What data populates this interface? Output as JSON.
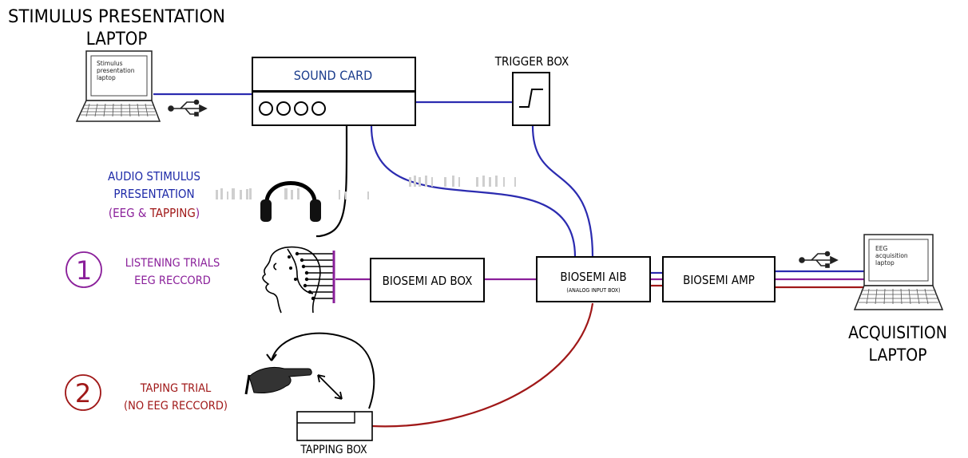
{
  "colors": {
    "blue": "#2b2bb0",
    "purple": "#8a1f9a",
    "red": "#a01818",
    "navy": "#1a3c8c",
    "black": "#000000"
  },
  "labels": {
    "stim_laptop_line1": "STIMULUS PRESENTATION",
    "stim_laptop_line2": "LAPTOP",
    "stim_screen_line1": "Stimulus",
    "stim_screen_line2": "presentation",
    "stim_screen_line3": "laptop",
    "sound_card": "SOUND CARD",
    "trigger_box": "TRIGGER BOX",
    "audio_line1": "AUDIO STIMULUS",
    "audio_line2": "PRESENTATION",
    "audio_open": "(EEG & ",
    "audio_tapping": "TAPPING",
    "audio_close": ")",
    "trial1_num": "1",
    "trial1_line1": "LISTENING TRIALS",
    "trial1_line2": "EEG RECCORD",
    "ad_box": "BIOSEMI AD BOX",
    "aib": "BIOSEMI AIB",
    "aib_sub": "(ANALOG INPUT BOX)",
    "amp": "BIOSEMI AMP",
    "acq_screen_line1": "EEG",
    "acq_screen_line2": "acquisition",
    "acq_screen_line3": "laptop",
    "acq_laptop_line1": "ACQUISITION",
    "acq_laptop_line2": "LAPTOP",
    "trial2_num": "2",
    "trial2_line1": "TAPING TRIAL",
    "trial2_line2": "(NO EEG RECCORD)",
    "tapping_box": "TAPPING BOX"
  },
  "icons": [
    "usb-icon",
    "headphones-icon",
    "head-eeg-icon",
    "hand-icon",
    "step-signal-icon",
    "laptop-icon"
  ]
}
